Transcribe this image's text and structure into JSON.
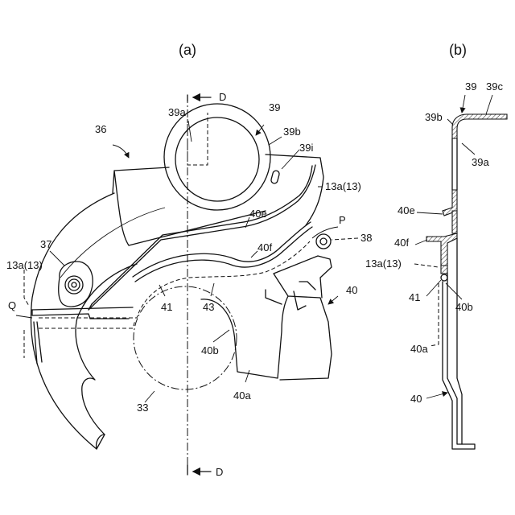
{
  "figure": {
    "panel_a": "(a)",
    "panel_b": "(b)"
  },
  "labels_a": {
    "l36": "36",
    "l39": "39",
    "l39a": "39a",
    "l39b": "39b",
    "l39i": "39i",
    "l13a_right": "13a(13)",
    "l40e": "40e",
    "lP": "P",
    "l38": "38",
    "l40f": "40f",
    "l37": "37",
    "l13a_left": "13a(13)",
    "lQ": "Q",
    "l41": "41",
    "l43": "43",
    "l40": "40",
    "l40b": "40b",
    "l40a": "40a",
    "l33": "33",
    "lD_top": "D",
    "lD_bottom": "D"
  },
  "labels_b": {
    "l39": "39",
    "l39c": "39c",
    "l39b": "39b",
    "l39a": "39a",
    "l40e": "40e",
    "l40f": "40f",
    "l13a": "13a(13)",
    "l41": "41",
    "l40b": "40b",
    "l40a": "40a",
    "l40": "40"
  }
}
